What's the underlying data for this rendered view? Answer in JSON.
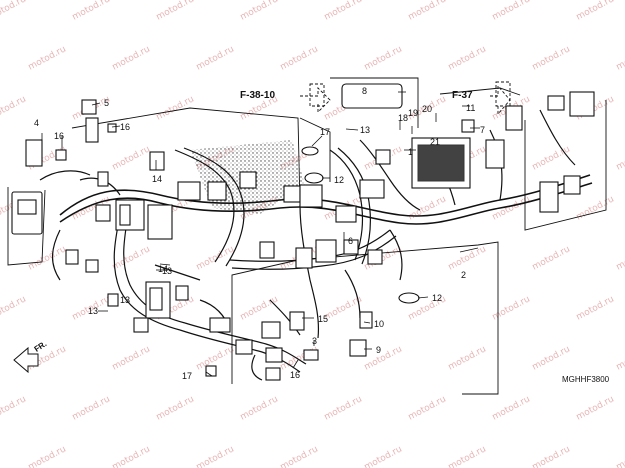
{
  "watermark": "motod.ru",
  "reference_labels": {
    "left": "F-38-10",
    "right": "F-37"
  },
  "direction_label": "FR.",
  "diagram_code": "MGHHF3800",
  "callouts": {
    "c1": "1",
    "c2": "2",
    "c3": "3",
    "c4": "4",
    "c5": "5",
    "c6": "6",
    "c7": "7",
    "c8": "8",
    "c9": "9",
    "c10": "10",
    "c11": "11",
    "c12a": "12",
    "c12b": "12",
    "c13a": "13",
    "c13b": "13",
    "c13c": "13",
    "c13d": "13",
    "c14a": "14",
    "c14b": "14",
    "c15": "15",
    "c16a": "16",
    "c16b": "16",
    "c16c": "16",
    "c17a": "17",
    "c17b": "17",
    "c18": "18",
    "c19": "19",
    "c20": "20",
    "c21": "21"
  },
  "colors": {
    "line": "#111111",
    "watermark": "#e9b4b4",
    "background": "#ffffff"
  }
}
